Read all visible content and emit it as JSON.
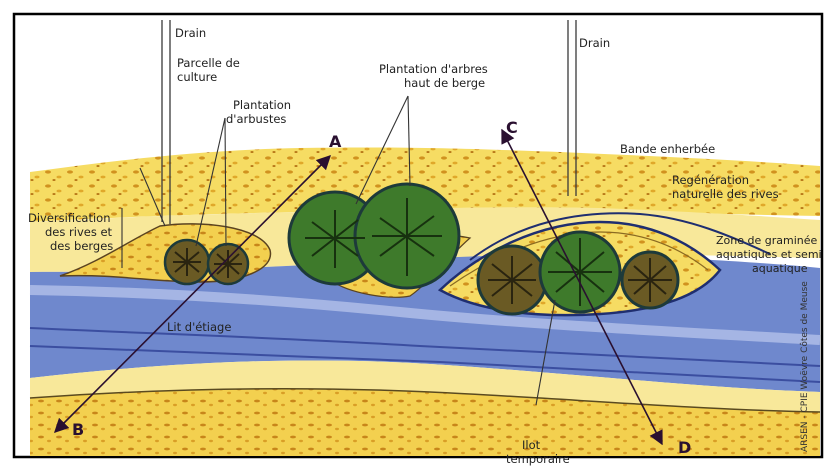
{
  "labels": {
    "drain_left": "Drain",
    "drain_right": "Drain",
    "parcelle_1": "Parcelle de",
    "parcelle_2": "culture",
    "plant_arbustes_1": "Plantation",
    "plant_arbustes_2": "d'arbustes",
    "plant_arbres_1": "Plantation d'arbres",
    "plant_arbres_2": "haut de berge",
    "bande": "Bande enherbée",
    "regen_1": "Regénération",
    "regen_2": "naturelle des rives",
    "divers_1": "Diversification",
    "divers_2": "des rives et",
    "divers_3": "des berges",
    "zone_1": "Zone de graminée",
    "zone_2": "aquatiques et semi",
    "zone_3": "aquatique",
    "lit": "Lit d'étiage",
    "ilot_1": "Ilot",
    "ilot_2": "temporaire",
    "credit": "ARSEN - CPIE Woëvre Côtes de Meuse"
  },
  "section_letters": [
    "A",
    "B",
    "C",
    "D"
  ],
  "colors": {
    "grass": "#f4d85a",
    "grass_dots": "#c98a1e",
    "water": "#6e86cc",
    "water_dark": "#3d4fa0",
    "tree": "#3f7a2a",
    "shrub": "#6b5a22",
    "frame": "#000000"
  }
}
